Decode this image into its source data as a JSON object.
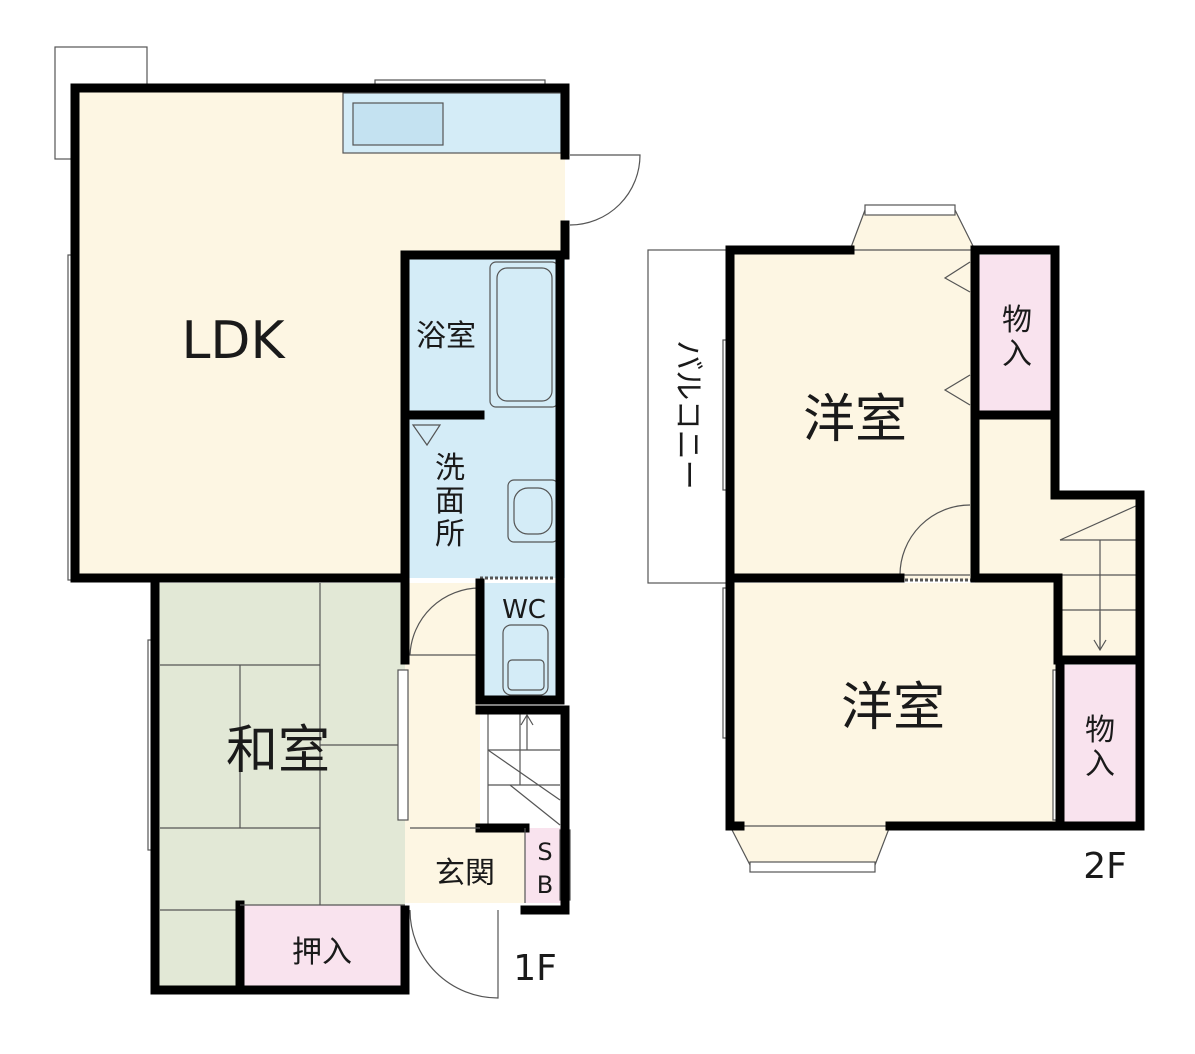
{
  "floors": [
    {
      "floor_label": "1F",
      "rooms": {
        "ldk": "LDK",
        "bath": "浴室",
        "washroom": [
          "洗",
          "面",
          "所"
        ],
        "wc": "WC",
        "japanese_room": "和室",
        "entrance": "玄関",
        "shoe_box": [
          "S",
          "B"
        ],
        "closet": "押入"
      }
    },
    {
      "floor_label": "2F",
      "rooms": {
        "western_room_upper": "洋室",
        "western_room_lower": "洋室",
        "storage_upper": [
          "物",
          "入"
        ],
        "storage_lower": [
          "物",
          "入"
        ],
        "balcony": "バルコニー"
      }
    }
  ],
  "colors": {
    "ldk": "#fdf6e3",
    "wet_area": "#d4ecf7",
    "tatami": "#e2e8d6",
    "storage": "#f9e3ee",
    "wall": "#000000"
  }
}
